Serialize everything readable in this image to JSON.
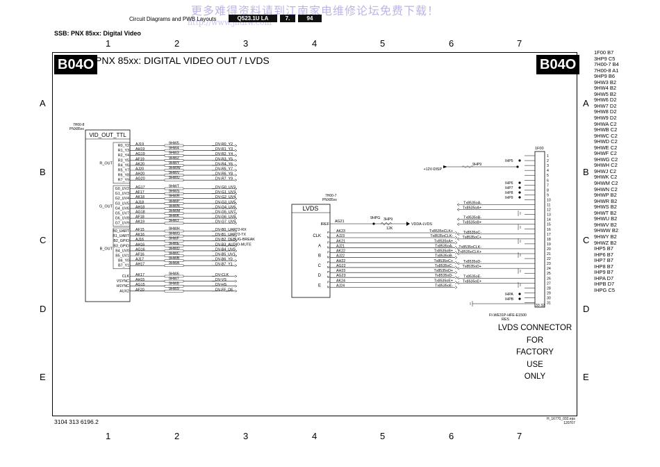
{
  "watermark": {
    "line1": "更多难得资料请到江南家电维修论坛免费下载！",
    "line2": "http://www.jndfw.com"
  },
  "header": {
    "label": "Circuit Diagrams and PWB Layouts",
    "model": "Q523.1U LA",
    "chapter": "7.",
    "page": "94"
  },
  "section": "SSB: PNX 85xx: Digital Video",
  "sheet": {
    "tag": "B04O",
    "title": "PNX 85xx: DIGITAL VIDEO OUT / LVDS"
  },
  "grid": {
    "columns": [
      "1",
      "2",
      "3",
      "4",
      "5",
      "6",
      "7"
    ],
    "rows": [
      "A",
      "B",
      "C",
      "D",
      "E"
    ]
  },
  "ic_left": {
    "ref": "7H00-8",
    "part": "PNX85xx",
    "name": "VID_OUT_TTL",
    "groups": [
      {
        "label": "R_OUT",
        "pins": [
          {
            "pin": "R0_Y2",
            "ball": "AJ19",
            "res": "9HW5",
            "net": "DV-R0_Y2"
          },
          {
            "pin": "R1_Y3",
            "ball": "AH19",
            "res": "9HW4",
            "net": "DV-R1_Y3"
          },
          {
            "pin": "R2_Y4",
            "ball": "AG19",
            "res": "9HW3",
            "net": "DV-R2_Y4"
          },
          {
            "pin": "R3_Y5",
            "ball": "AF19",
            "res": "9HWZ",
            "net": "DV-R3_Y5"
          },
          {
            "pin": "R4_Y6",
            "ball": "AK20",
            "res": "9HWY",
            "net": "DV-R4_Y6"
          },
          {
            "pin": "R5_Y7",
            "ball": "AJ20",
            "res": "9HWW",
            "net": "DV-R5_Y7"
          },
          {
            "pin": "R6_Y8",
            "ball": "AH20",
            "res": "9HWV",
            "net": "DV-R6_Y8"
          },
          {
            "pin": "R7_Y9",
            "ball": "AG20",
            "res": "9HWU",
            "net": "DV-R7_Y9"
          }
        ]
      },
      {
        "label": "G_OUT",
        "pins": [
          {
            "pin": "G0_UV2",
            "ball": "AG17",
            "res": "9HWT",
            "net": "DV-G0_UV2"
          },
          {
            "pin": "G1_UV3",
            "ball": "AF17",
            "res": "9HWS",
            "net": "DV-G1_UV3"
          },
          {
            "pin": "G2_UV4",
            "ball": "AK18",
            "res": "9HWR",
            "net": "DV-G2_UV4"
          },
          {
            "pin": "G3_UV5",
            "ball": "AJ18",
            "res": "9HWP",
            "net": "DV-G3_UV5"
          },
          {
            "pin": "G4_UV6",
            "ball": "AH18",
            "res": "9HWN",
            "net": "DV-G4_UV6"
          },
          {
            "pin": "G5_UV7",
            "ball": "AG18",
            "res": "9HWM",
            "net": "DV-G5_UV7"
          },
          {
            "pin": "G6_UV8",
            "ball": "AF18",
            "res": "9HWK",
            "net": "DV-G6_UV8"
          },
          {
            "pin": "G7_UV9",
            "ball": "AK19",
            "res": "9HWJ",
            "net": "DV-G7_UV9"
          }
        ]
      },
      {
        "label": "B_OUT",
        "pins": [
          {
            "pin": "B0_UART",
            "ball": "AF15",
            "res": "9HWH",
            "net": "DV-B0_UART2-RX"
          },
          {
            "pin": "B1_UART",
            "ball": "AK16",
            "res": "9HWG",
            "net": "DV-B1_UART2-TX"
          },
          {
            "pin": "B2_GPIO",
            "ball": "AJ16",
            "res": "9HWF",
            "net": "DV-B2_DEBUG-BREAK"
          },
          {
            "pin": "B3_GPIO",
            "ball": "AH16",
            "res": "9HWE",
            "net": "DV-B3_AUDIO-MUTE"
          },
          {
            "pin": "B4_UV0",
            "ball": "AG16",
            "res": "9HWD",
            "net": "DV-B4_UV0"
          },
          {
            "pin": "B5_UV1",
            "ball": "AF16",
            "res": "9HWC",
            "net": "DV-B5_UV1"
          },
          {
            "pin": "B6_Y0",
            "ball": "AJ17",
            "res": "9HWB",
            "net": "DV-B6_Y0"
          },
          {
            "pin": "B7_Y1",
            "ball": "AH17",
            "res": "9HWA",
            "net": "DV-B7_Y1"
          }
        ]
      },
      {
        "label": "",
        "pins": [
          {
            "pin": "CLK",
            "ball": "AK17",
            "res": "9HW6",
            "net": "DV-CLK"
          },
          {
            "pin": "VSYNC",
            "ball": "AH15",
            "res": "9HW7",
            "net": "DV-VS"
          },
          {
            "pin": "HSYNC",
            "ball": "AG15",
            "res": "9HW8",
            "net": "DV-HS"
          },
          {
            "pin": "AUX2",
            "ball": "AF20",
            "res": "9HW9",
            "net": "DV-FF_DE"
          }
        ]
      }
    ]
  },
  "ic_lvds": {
    "ref": "7H00-7",
    "part": "PNX85xx",
    "name": "LVDS",
    "iref": {
      "pin": "IREF",
      "ball": "AG21",
      "node": "9HPG",
      "res": "3HP9",
      "value": "12K",
      "supply": "VDDA-LVDS"
    },
    "pairs": [
      {
        "label": "CLK",
        "p": {
          "ball": "AK23",
          "net": "Tx8535oCLK+"
        },
        "n": {
          "ball": "AJ23",
          "net": "Tx8535oCLK-"
        }
      },
      {
        "label": "A",
        "p": {
          "ball": "AK21",
          "net": "Tx8535oA+"
        },
        "n": {
          "ball": "AJ21",
          "net": "Tx8535oA-"
        }
      },
      {
        "label": "B",
        "p": {
          "ball": "AK22",
          "net": "Tx8535oB+"
        },
        "n": {
          "ball": "AJ22",
          "net": "Tx8535oB-"
        }
      },
      {
        "label": "C",
        "p": {
          "ball": "AH22",
          "net": "Tx8535oC+"
        },
        "n": {
          "ball": "AG22",
          "net": "Tx8535oC-"
        }
      },
      {
        "label": "D",
        "p": {
          "ball": "AH23",
          "net": "Tx8535oD+"
        },
        "n": {
          "ball": "AG23",
          "net": "Tx8535oD-"
        }
      },
      {
        "label": "E",
        "p": {
          "ball": "AK24",
          "net": "Tx8535oE+"
        },
        "n": {
          "ball": "AJ24",
          "net": "Tx8535oE-"
        }
      }
    ]
  },
  "connector": {
    "ref": "1F00",
    "part": "FI-WE31P-HFE-E1500",
    "note": "RES",
    "pins": [
      "1",
      "2",
      "3",
      "4",
      "5",
      "6",
      "7",
      "8",
      "9",
      "10",
      "11",
      "12",
      "13",
      "14",
      "15",
      "16",
      "17",
      "18",
      "19",
      "20",
      "21",
      "22",
      "23",
      "24",
      "25",
      "26",
      "27",
      "28",
      "29",
      "30",
      "31"
    ],
    "extra_pins": "33 32",
    "supply": "+12V-DISP",
    "supply_res": "9HP9",
    "tp": [
      "IHP5",
      "IHP6",
      "IHP7",
      "IHP8",
      "IHP9",
      "IHPA",
      "IHPB"
    ],
    "nets": [
      {
        "pin": 11,
        "net": "Tx8535oA-"
      },
      {
        "pin": 12,
        "net": "Tx8535oA+"
      },
      {
        "pin": 14,
        "net": "Tx8535oB-"
      },
      {
        "pin": 15,
        "net": "Tx8535oB+"
      },
      {
        "pin": 17,
        "net": "Tx8535oC-"
      },
      {
        "pin": 18,
        "net": "Tx8535oC+"
      },
      {
        "pin": 20,
        "net": "Tx8535oCLK-"
      },
      {
        "pin": 21,
        "net": "Tx8535oCLK+"
      },
      {
        "pin": 23,
        "net": "Tx8535oD-"
      },
      {
        "pin": 24,
        "net": "Tx8535oD+"
      },
      {
        "pin": 26,
        "net": "Tx8535oE-"
      },
      {
        "pin": 27,
        "net": "Tx8535oE+"
      }
    ],
    "caption": [
      "LVDS CONNECTOR",
      "FOR",
      "FACTORY",
      "USE",
      "ONLY"
    ]
  },
  "part_index": [
    "1F00 B7",
    "3HP9 C5",
    "7H00-7 B4",
    "7H00-8 A1",
    "9HP9 B6",
    "9HW3 B2",
    "9HW4 B2",
    "9HW5 B2",
    "9HW6 D2",
    "9HW7 D2",
    "9HW8 D2",
    "9HW9 D2",
    "9HWA C2",
    "9HWB C2",
    "9HWC C2",
    "9HWD C2",
    "9HWE C2",
    "9HWF C2",
    "9HWG C2",
    "9HWH C2",
    "9HWJ C2",
    "9HWK C2",
    "9HWM C2",
    "9HWN C2",
    "9HWP B2",
    "9HWR B2",
    "9HWS B2",
    "9HWT B2",
    "9HWU B2",
    "9HWV B2",
    "9HWW B2",
    "9HWY B2",
    "9HWZ B2",
    "IHP5 B7",
    "IHP6 B7",
    "IHP7 B7",
    "IHP8 B7",
    "IHP9 B7",
    "IHPA D7",
    "IHPB D7",
    "IHPG C5"
  ],
  "footer": {
    "doc": "3104 313 6196.2",
    "file": "H_16770_032.eps",
    "date": "120707"
  }
}
